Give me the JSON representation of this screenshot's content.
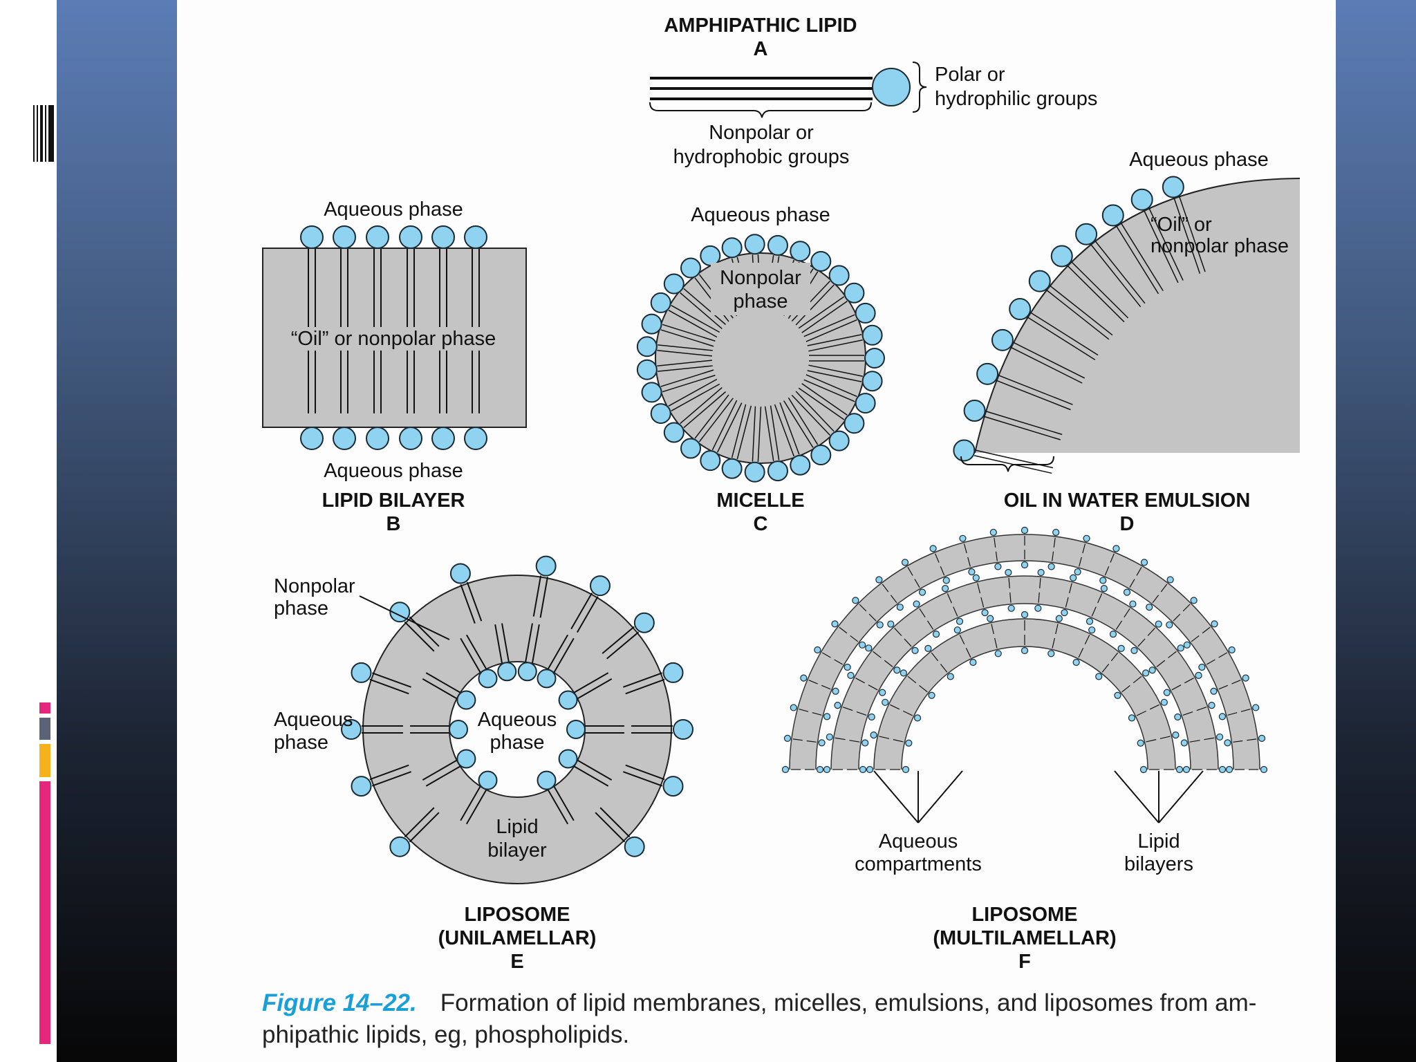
{
  "decor": {
    "accent_colors": [
      "#e5267d",
      "#5a6378",
      "#f5b21b"
    ],
    "band_color": "#4a6694"
  },
  "figure": {
    "panel_a": {
      "title": "AMPHIPATHIC LIPID",
      "letter": "A",
      "polar_label_1": "Polar or",
      "polar_label_2": "hydrophilic groups",
      "nonpolar_label_1": "Nonpolar or",
      "nonpolar_label_2": "hydrophobic groups"
    },
    "panel_b": {
      "title": "LIPID BILAYER",
      "letter": "B",
      "aqueous_top": "Aqueous phase",
      "aqueous_bottom": "Aqueous phase",
      "oil_label": "“Oil” or nonpolar phase"
    },
    "panel_c": {
      "title": "MICELLE",
      "letter": "C",
      "aqueous": "Aqueous phase",
      "nonpolar_1": "Nonpolar",
      "nonpolar_2": "phase"
    },
    "panel_d": {
      "title": "OIL IN WATER EMULSION",
      "letter": "D",
      "aqueous": "Aqueous phase",
      "oil_1": "“Oil” or",
      "oil_2": "nonpolar phase"
    },
    "panel_e": {
      "title_1": "LIPOSOME",
      "title_2": "(UNILAMELLAR)",
      "letter": "E",
      "nonpolar_1": "Nonpolar",
      "nonpolar_2": "phase",
      "aqueous_out_1": "Aqueous",
      "aqueous_out_2": "phase",
      "aqueous_in_1": "Aqueous",
      "aqueous_in_2": "phase",
      "bilayer_1": "Lipid",
      "bilayer_2": "bilayer"
    },
    "panel_f": {
      "title_1": "LIPOSOME",
      "title_2": "(MULTILAMELLAR)",
      "letter": "F",
      "aqueous_1": "Aqueous",
      "aqueous_2": "compartments",
      "bilayers_1": "Lipid",
      "bilayers_2": "bilayers"
    }
  },
  "caption": {
    "figure_label": "Figure 14–22.",
    "text_1": "Formation of lipid membranes, micelles, emulsions, and liposomes from am-",
    "text_2": "phipathic lipids, eg, phospholipids."
  },
  "colors": {
    "head": "#8fd3f0",
    "phase": "#c4c4c4",
    "caption_accent": "#1aa0d8"
  }
}
